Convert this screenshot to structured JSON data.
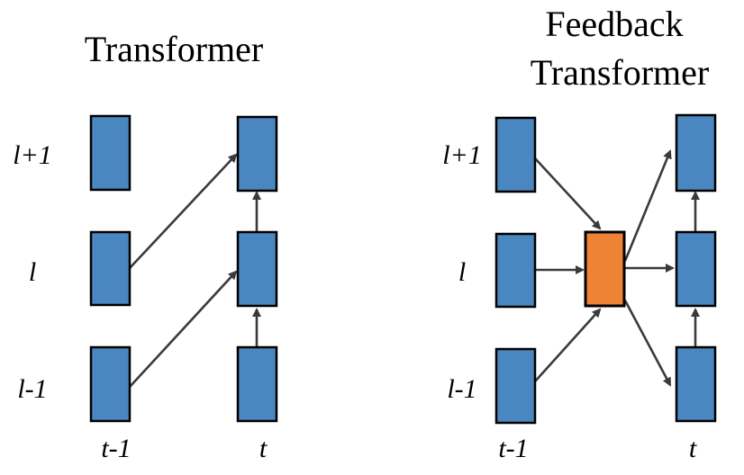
{
  "left_panel": {
    "title": "Transformer",
    "layer_labels": [
      "l+1",
      "l",
      "l-1"
    ],
    "time_labels": [
      "t-1",
      "t"
    ]
  },
  "right_panel": {
    "title_line1": "Feedback",
    "title_line2": "Transformer",
    "layer_labels": [
      "l+1",
      "l",
      "l-1"
    ],
    "time_labels": [
      "t-1",
      "t"
    ]
  },
  "colors": {
    "block": "#4a86bf",
    "feedback_memory": "#ef8335",
    "arrow": "#3a3a3a"
  }
}
